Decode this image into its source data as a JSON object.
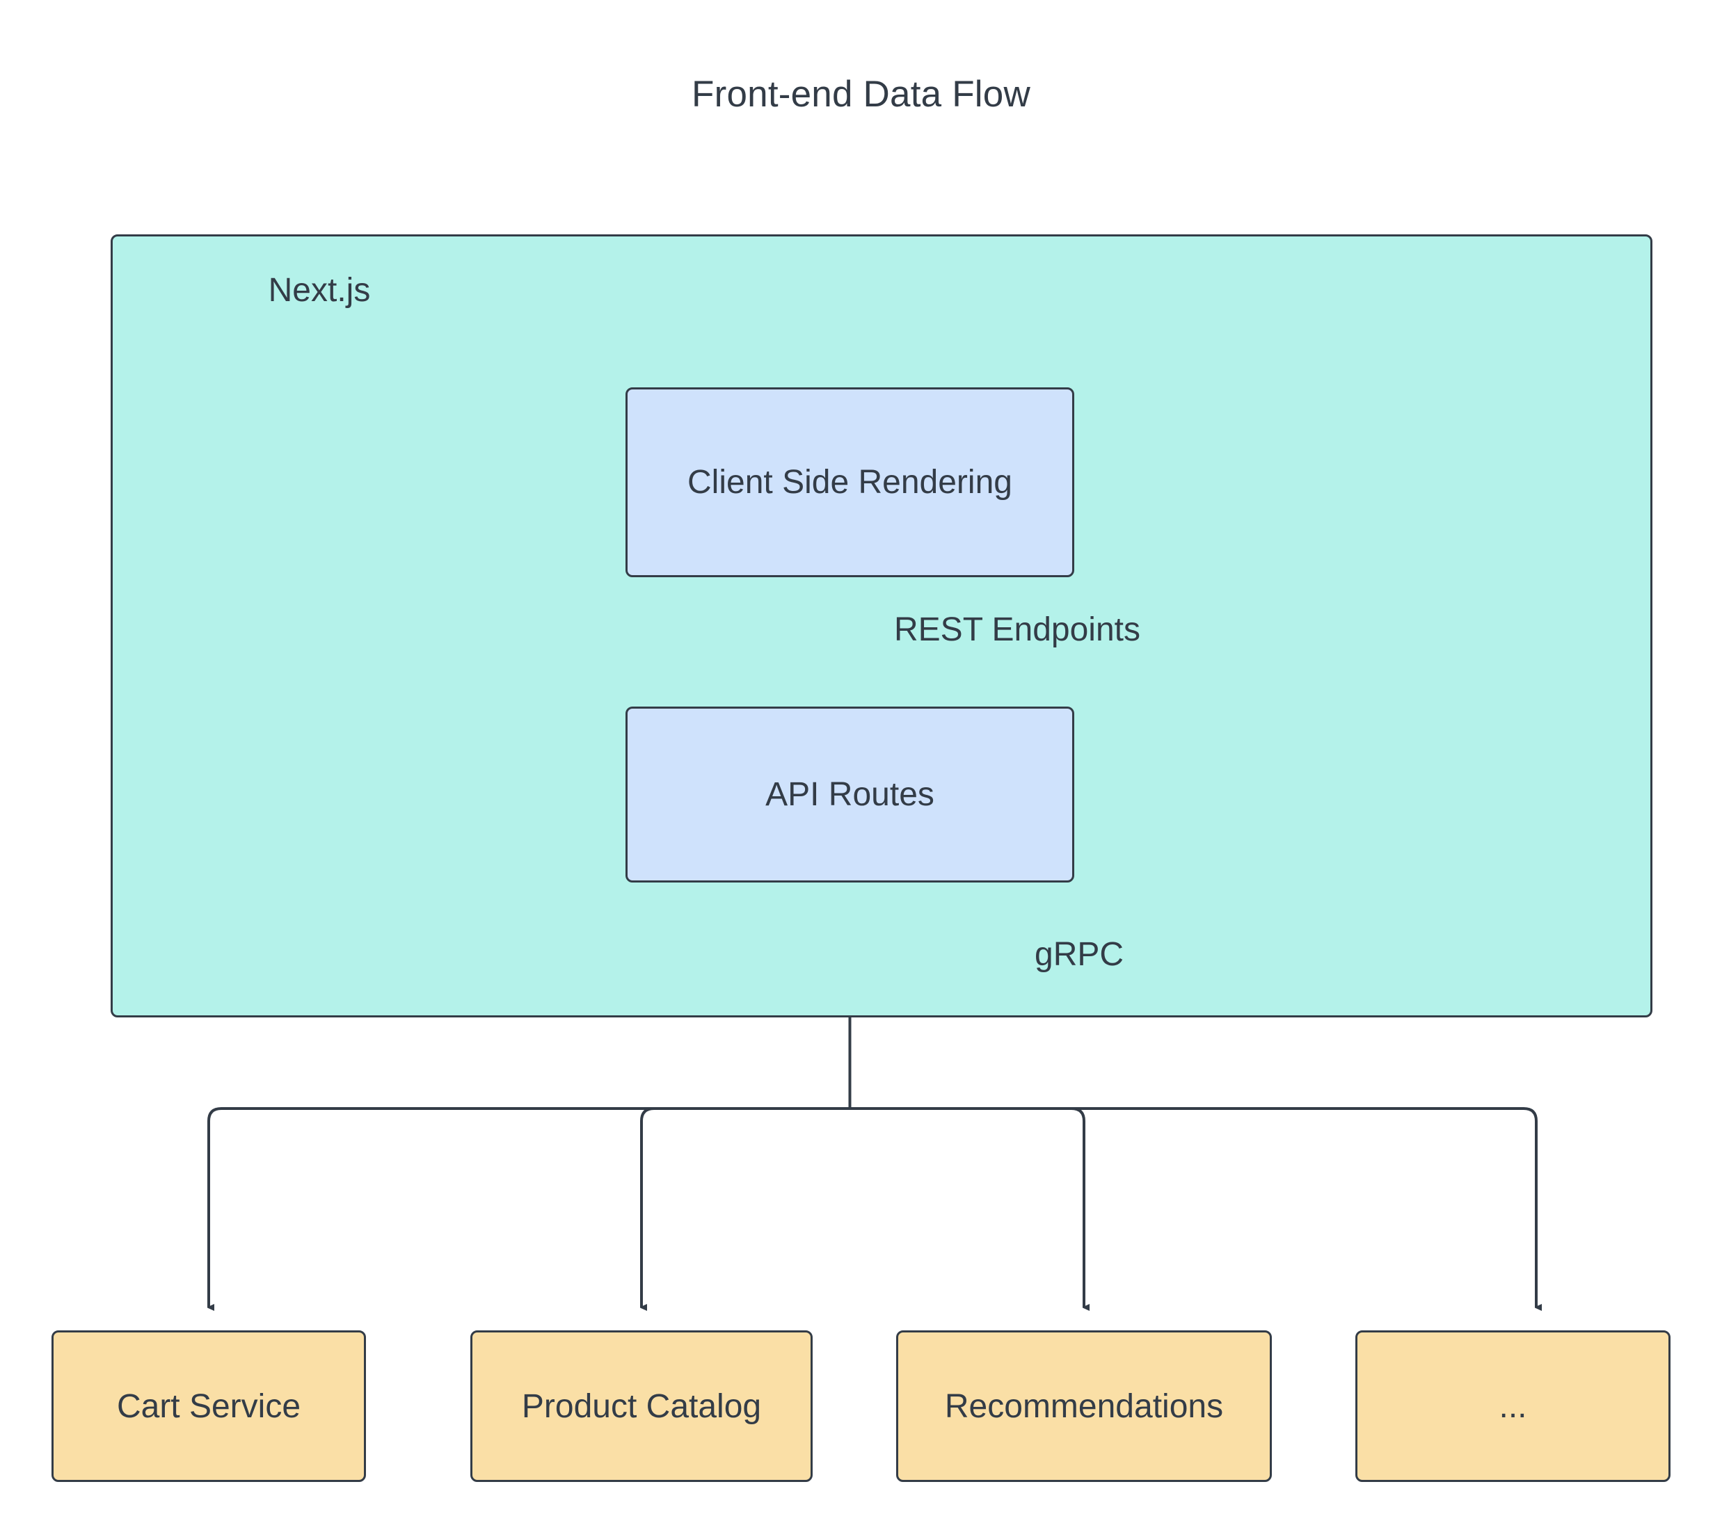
{
  "diagram": {
    "title": "Front-end Data Flow",
    "type": "flowchart",
    "background": "#ffffff",
    "text_color": "#333c47",
    "stroke_color": "#333c47"
  },
  "subgraph": {
    "label": "Next.js",
    "fill": "#b4f2ea",
    "border": "#333c47"
  },
  "nodes": [
    {
      "id": "client-side-rendering",
      "label": "Client Side Rendering",
      "group": "Next.js",
      "shape": "rounded-rect",
      "fill": "#cfe2fc",
      "border": "#333c47"
    },
    {
      "id": "api-routes",
      "label": "API Routes",
      "group": "Next.js",
      "shape": "rounded-rect",
      "fill": "#cfe2fc",
      "border": "#333c47"
    },
    {
      "id": "cart-service",
      "label": "Cart Service",
      "group": "services",
      "shape": "rounded-rect",
      "fill": "#fadfa6",
      "border": "#333c47"
    },
    {
      "id": "product-catalog",
      "label": "Product Catalog",
      "group": "services",
      "shape": "rounded-rect",
      "fill": "#fadfa6",
      "border": "#333c47"
    },
    {
      "id": "recommendations",
      "label": "Recommendations",
      "group": "services",
      "shape": "rounded-rect",
      "fill": "#fadfa6",
      "border": "#333c47"
    },
    {
      "id": "more-services",
      "label": "...",
      "group": "services",
      "shape": "rounded-rect",
      "fill": "#fadfa6",
      "border": "#333c47"
    }
  ],
  "edges": [
    {
      "from": "client-side-rendering",
      "to": "api-routes",
      "label": "REST Endpoints",
      "arrow": "down"
    },
    {
      "from": "api-routes",
      "to": "cart-service",
      "label": "gRPC",
      "arrow": "down"
    },
    {
      "from": "api-routes",
      "to": "product-catalog",
      "label": "",
      "arrow": "down"
    },
    {
      "from": "api-routes",
      "to": "recommendations",
      "label": "",
      "arrow": "down"
    },
    {
      "from": "api-routes",
      "to": "more-services",
      "label": "",
      "arrow": "down"
    }
  ],
  "edge_labels": {
    "rest": "REST Endpoints",
    "grpc": "gRPC"
  }
}
